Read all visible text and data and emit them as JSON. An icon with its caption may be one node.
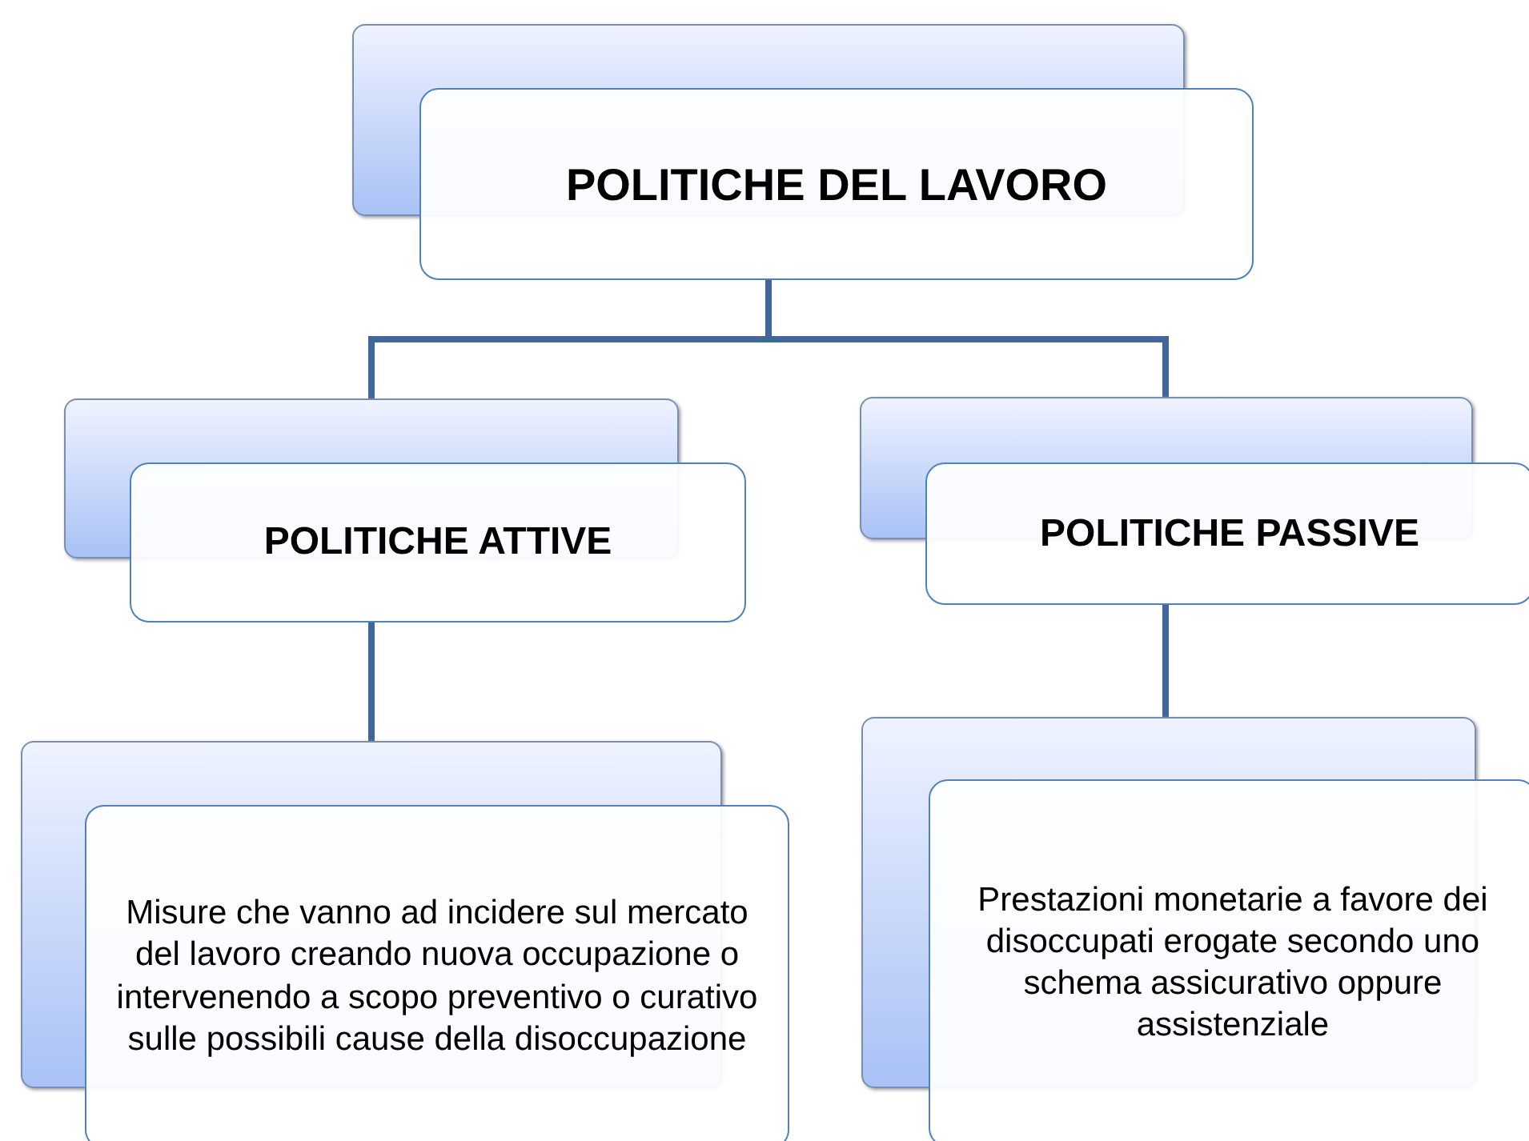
{
  "diagram": {
    "nodes": [
      {
        "text": [
          "POLITICHE DEL LAVORO"
        ]
      },
      {
        "text": [
          "POLITICHE ATTIVE"
        ]
      },
      {
        "text": [
          "POLITICHE PASSIVE"
        ]
      },
      {
        "text": [
          "Misure che vanno ad incidere sul mercato del lavoro creando nuova occupazione o intervenendo a scopo preventivo o curativo sulle possibili cause della disoccupazione"
        ]
      },
      {
        "text": [
          "Prestazioni monetarie a favore dei disoccupati erogate secondo uno schema assicurativo oppure assistenziale"
        ]
      }
    ],
    "edges": [
      {
        "from": 0,
        "to": 1,
        "arrow": "none"
      },
      {
        "from": 0,
        "to": 2,
        "arrow": "none"
      },
      {
        "from": 1,
        "to": 3,
        "arrow": "none"
      },
      {
        "from": 2,
        "to": 4,
        "arrow": "none"
      }
    ]
  }
}
